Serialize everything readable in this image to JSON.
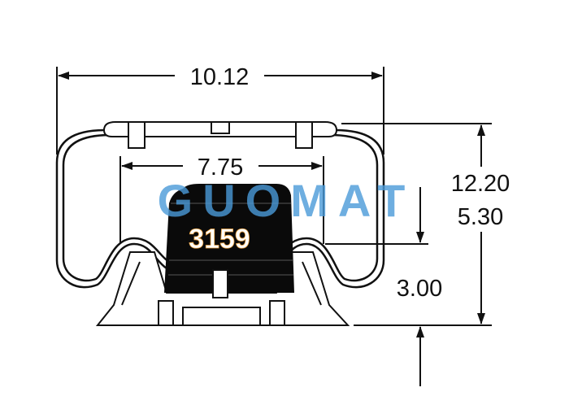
{
  "dimensions": {
    "overall_width": "10.12",
    "piston_width": "7.75",
    "max_height": "12.20",
    "min_height": "5.30",
    "base_height": "3.00"
  },
  "part_number": "3159",
  "watermark": {
    "brand": "GUOMAT",
    "color": "#4a9ad8"
  },
  "colors": {
    "line": "#111111",
    "piston": "#0a0a0a",
    "part_number_text": "#ffffff"
  }
}
